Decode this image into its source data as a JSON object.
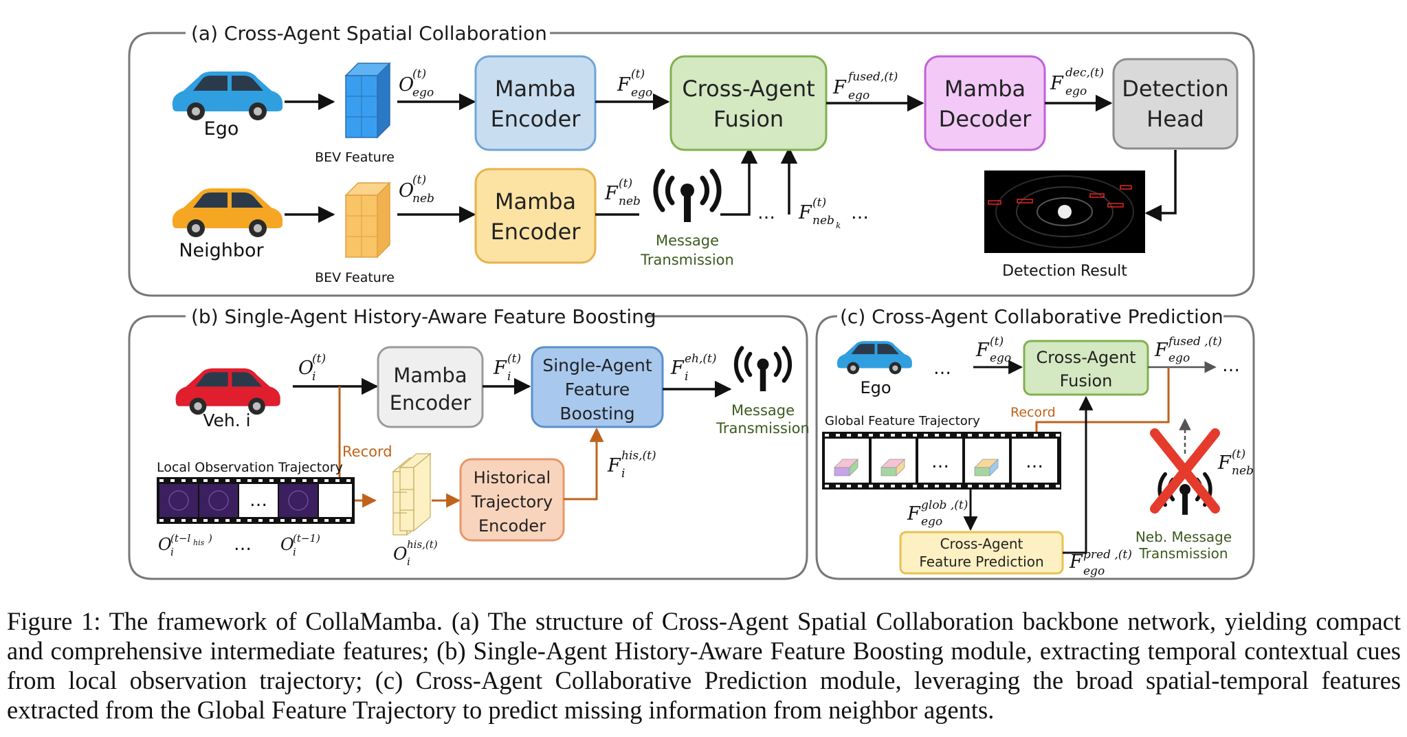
{
  "panels": {
    "a": {
      "title": "(a) Cross-Agent Spatial Collaboration"
    },
    "b": {
      "title": "(b) Single-Agent History-Aware Feature Boosting"
    },
    "c": {
      "title": "(c) Cross-Agent Collaborative Prediction"
    }
  },
  "a": {
    "ego_label": "Ego",
    "neighbor_label": "Neighbor",
    "bev_label": "BEV Feature",
    "mamba_encoder": [
      "Mamba",
      "Encoder"
    ],
    "cross_agent_fusion": [
      "Cross-Agent",
      "Fusion"
    ],
    "mamba_decoder": [
      "Mamba",
      "Decoder"
    ],
    "detection_head": [
      "Detection",
      "Head"
    ],
    "message_transmission": [
      "Message",
      "Transmission"
    ],
    "detection_result": "Detection Result",
    "o_sym": "O",
    "f_sym": "F",
    "sub_ego": "ego",
    "sub_neb": "neb",
    "sub_nebk": "neb",
    "sub_k": "k",
    "sup_t": "(t)",
    "sup_fused": "fused,(t)",
    "sup_dec": "dec,(t)",
    "ellipsis": "…"
  },
  "b": {
    "vehicle_label": "Veh. i",
    "mamba_encoder": [
      "Mamba",
      "Encoder"
    ],
    "feature_boosting": [
      "Single-Agent",
      "Feature",
      "Boosting"
    ],
    "message_transmission": [
      "Message",
      "Transmission"
    ],
    "record": "Record",
    "local_traj": "Local Observation Trajectory",
    "hist_encoder": [
      "Historical",
      "Trajectory",
      "Encoder"
    ],
    "sub_i": "i",
    "sup_t": "(t)",
    "sup_eh": "eh,(t)",
    "sup_his": "his,(t)",
    "sup_t_lhis": "(t−l",
    "sub_his": "his",
    "close_paren": ")",
    "sup_t_minus_1": "(t−1)",
    "ellipsis": "…",
    "film_ellipsis": "…"
  },
  "c": {
    "ego_label": "Ego",
    "cross_agent_fusion": [
      "Cross-Agent",
      "Fusion"
    ],
    "global_traj": "Global Feature Trajectory",
    "record": "Record",
    "prediction": [
      "Cross-Agent",
      "Feature Prediction"
    ],
    "neb_message": [
      "Neb. Message",
      "Transmission"
    ],
    "sub_ego": "ego",
    "sub_neb": "neb",
    "sup_t": "(t)",
    "sup_fused": "fused ,(t)",
    "sup_glob": "glob ,(t)",
    "sup_pred": "pred ,(t)",
    "ellipsis": "…",
    "film_ellipsis": "…"
  },
  "caption": "Figure 1: The framework of CollaMamba. (a) The structure of Cross-Agent Spatial Collaboration backbone network, yielding compact and comprehensive intermediate features; (b) Single-Agent History-Aware Feature Boosting module, extracting temporal contextual cues from local observation trajectory; (c) Cross-Agent Collaborative Prediction module, leveraging the broad spatial-temporal features extracted from the Global Feature Trajectory to predict missing information from neighbor agents.",
  "colors": {
    "mamba_blue": "#c9ddf1",
    "mamba_yellow": "#fce3a3",
    "fusion_green": "#d4e8c2",
    "decoder_purple": "#f2c9f7",
    "head_gray": "#d9d9d9",
    "boost_blue": "#a8c8ee",
    "hist_orange": "#f9d4bd",
    "pred_yellow": "#fdf0c2",
    "record_orange": "#c0621a",
    "message_green": "#3c5a1e",
    "cross_red": "#e53b2c"
  }
}
